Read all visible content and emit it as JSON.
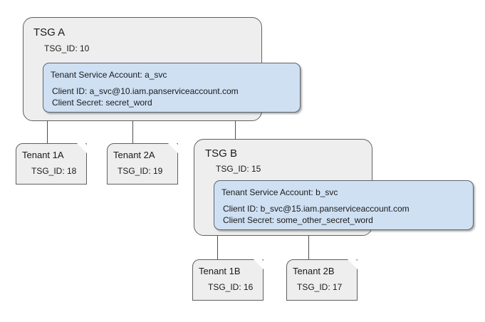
{
  "diagram": {
    "type": "hierarchy",
    "colors": {
      "group_fill": "#eeeeee",
      "group_stroke": "#606060",
      "card_fill": "#cfe0f3",
      "card_stroke": "#5a6672",
      "connector": "#4d4d4d",
      "text": "#1a1a1a",
      "background": "#ffffff"
    },
    "groups": [
      {
        "id": "tsg-a",
        "title": "TSG A",
        "id_label": "TSG_ID: 10",
        "service_account": {
          "header": "Tenant Service Account: a_svc",
          "client_id": "Client ID: a_svc@10.iam.panserviceaccount.com",
          "client_secret": "Client Secret: secret_word"
        }
      },
      {
        "id": "tsg-b",
        "title": "TSG B",
        "id_label": "TSG_ID: 15",
        "service_account": {
          "header": "Tenant Service Account: b_svc",
          "client_id": "Client ID: b_svc@15.iam.panserviceaccount.com",
          "client_secret": "Client Secret: some_other_secret_word"
        }
      }
    ],
    "tenants": [
      {
        "id": "tenant-1a",
        "title": "Tenant 1A",
        "id_label": "TSG_ID: 18"
      },
      {
        "id": "tenant-2a",
        "title": "Tenant 2A",
        "id_label": "TSG_ID: 19"
      },
      {
        "id": "tenant-1b",
        "title": "Tenant 1B",
        "id_label": "TSG_ID: 16"
      },
      {
        "id": "tenant-2b",
        "title": "Tenant 2B",
        "id_label": "TSG_ID: 17"
      }
    ]
  }
}
